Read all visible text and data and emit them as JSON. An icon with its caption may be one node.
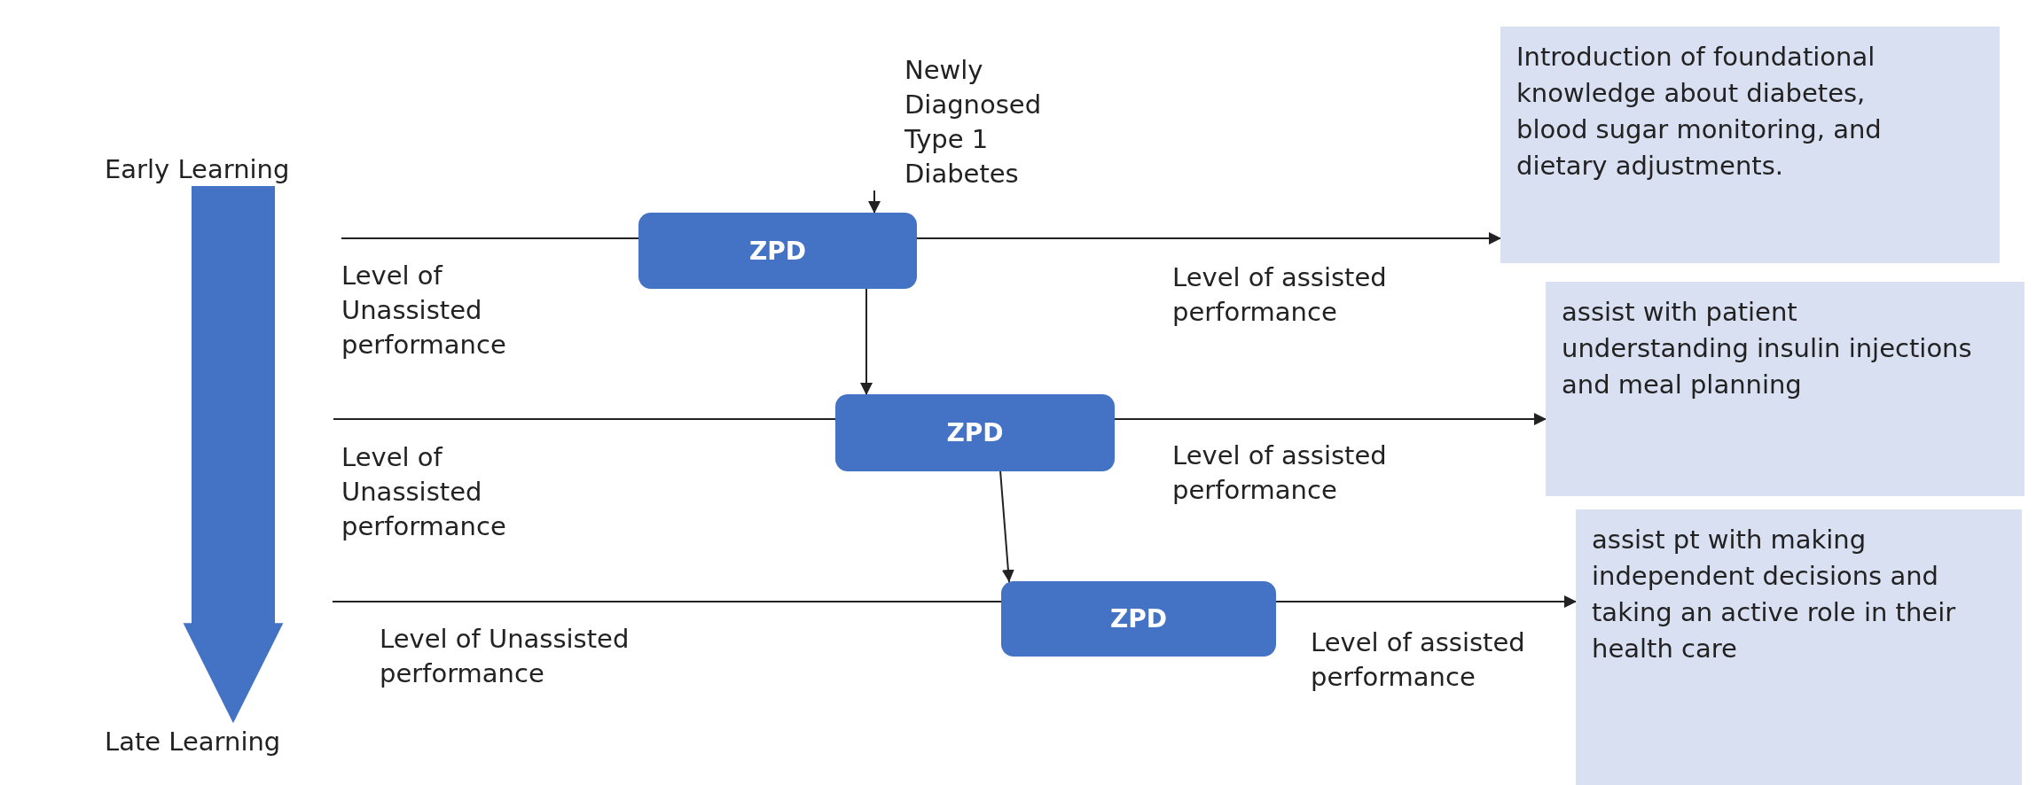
{
  "diagram": {
    "nodes": [
      {
        "text": [
          "Early Learning"
        ]
      },
      {
        "text": [
          "Newly Diagnosed Type 1 Diabetes"
        ]
      },
      {
        "text": [
          "Introduction of foundational knowledge about diabetes, blood sugar monitoring, and dietary adjustments."
        ]
      },
      {
        "text": [
          "ZPD"
        ]
      },
      {
        "text": [
          "assist with patient understanding insulin injections and meal planning"
        ]
      },
      {
        "text": [
          "ZPD"
        ]
      },
      {
        "text": [
          "assist pt with making independent decisions and taking an active role in their health care"
        ]
      },
      {
        "text": [
          "ZPD"
        ]
      },
      {
        "text": [
          "Late Learning"
        ]
      }
    ],
    "edges": [
      {
        "from": 0,
        "to": 8,
        "arrow": "to",
        "style": "thick",
        "color": "#4472c4"
      },
      {
        "from": 1,
        "to": 3,
        "arrow": "to"
      },
      {
        "from": null,
        "to": 3,
        "arrow": "none"
      },
      {
        "from": 3,
        "to": 2,
        "arrow": "to"
      },
      {
        "from": 3,
        "to": 5,
        "arrow": "to"
      },
      {
        "from": null,
        "to": 5,
        "arrow": "none"
      },
      {
        "from": 5,
        "to": 4,
        "arrow": "to"
      },
      {
        "from": 5,
        "to": 7,
        "arrow": "to"
      },
      {
        "from": null,
        "to": 7,
        "arrow": "none"
      },
      {
        "from": 7,
        "to": 6,
        "arrow": "to"
      }
    ],
    "labels": [
      "Level of Unassisted performance",
      "Level of assisted performance",
      "Level of Unassisted performance",
      "Level of assisted performance",
      "Level of Unassisted performance",
      "Level of assisted performance"
    ]
  }
}
